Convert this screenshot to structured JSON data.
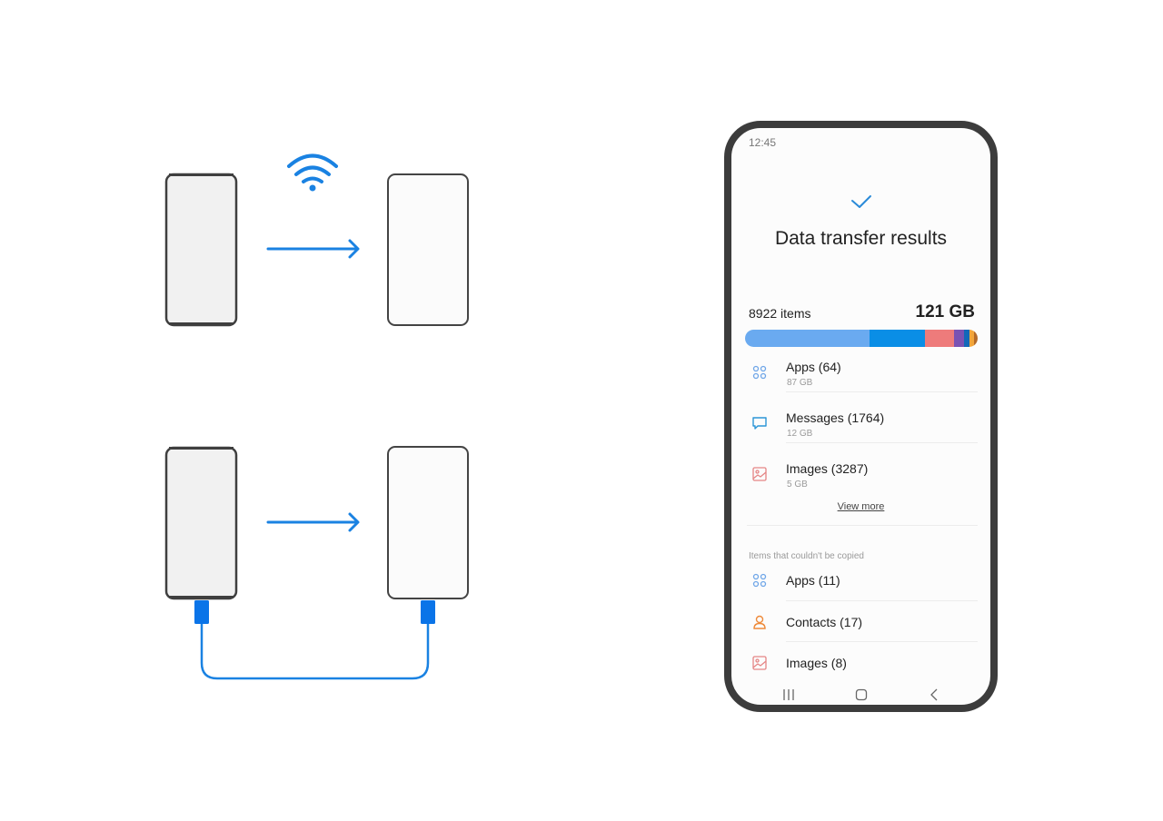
{
  "illustrations": {
    "wireless": {
      "label": "wireless-transfer",
      "icon": "wifi-icon",
      "arrow": "arrow-right-icon"
    },
    "cable": {
      "label": "cable-transfer",
      "icon": "usb-cable-icon",
      "arrow": "arrow-right-icon"
    },
    "accent_color": "#1a82e2"
  },
  "phone": {
    "status_bar": {
      "time": "12:45"
    },
    "header": {
      "icon": "check-icon",
      "title": "Data transfer results"
    },
    "summary": {
      "count": "8922 items",
      "size": "121 GB",
      "bar_segments": [
        {
          "color": "#6aaaf0",
          "width": 137
        },
        {
          "color": "#0a8ee6",
          "width": 61
        },
        {
          "color": "#ee7b7b",
          "width": 32
        },
        {
          "color": "#7a52b3",
          "width": 11
        },
        {
          "color": "#1268b8",
          "width": 6
        },
        {
          "color": "#f2a53a",
          "width": 5
        },
        {
          "color": "#b56b2a",
          "width": 4
        }
      ]
    },
    "transferred": [
      {
        "icon": "apps-icon",
        "name": "Apps (64)",
        "size": "87 GB"
      },
      {
        "icon": "message-icon",
        "name": "Messages (1764)",
        "size": "12 GB"
      },
      {
        "icon": "image-icon",
        "name": "Images (3287)",
        "size": "5 GB"
      }
    ],
    "view_more": "View more",
    "failed_section": {
      "label": "Items that couldn't be copied",
      "items": [
        {
          "icon": "apps-icon",
          "name": "Apps (11)"
        },
        {
          "icon": "contact-icon",
          "name": "Contacts (17)"
        },
        {
          "icon": "image-icon",
          "name": "Images (8)"
        }
      ]
    },
    "navbar": {
      "recents": "recents-icon",
      "home": "home-icon",
      "back": "back-icon"
    }
  }
}
